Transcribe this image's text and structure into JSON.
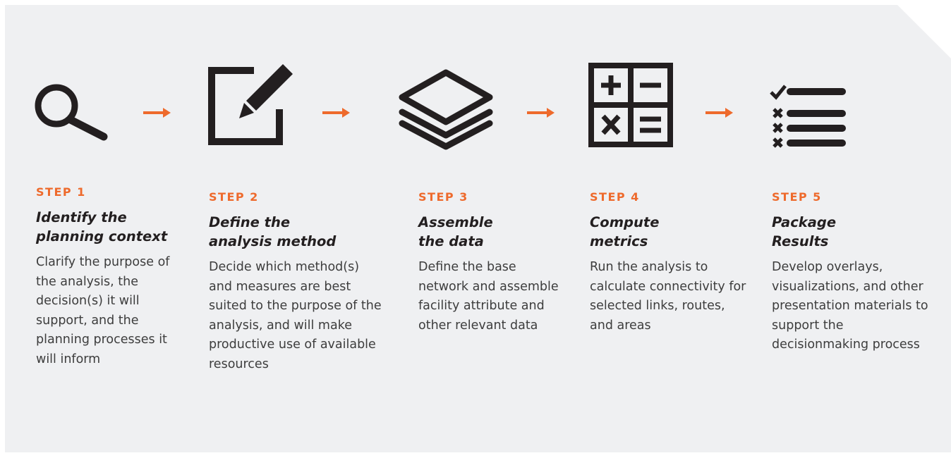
{
  "colors": {
    "accent": "#ee6a2c",
    "icon": "#231f20",
    "panel": "#eff0f2"
  },
  "steps": [
    {
      "icon": "magnifier-icon",
      "label": "STEP 1",
      "title_line1": "Identify the",
      "title_line2": "planning context",
      "description": "Clarify the purpose of the analysis, the decision(s) it will support, and the planning processes it will inform"
    },
    {
      "icon": "edit-pencil-icon",
      "label": "STEP 2",
      "title_line1": "Define the",
      "title_line2": "analysis method",
      "description": "Decide which method(s) and measures are best suited to the purpose of the analysis, and will make productive use of available resources"
    },
    {
      "icon": "layers-icon",
      "label": "STEP 3",
      "title_line1": "Assemble",
      "title_line2": "the data",
      "description": "Define the base network and assemble facility attribute and other relevant data"
    },
    {
      "icon": "calculator-icon",
      "label": "STEP 4",
      "title_line1": "Compute",
      "title_line2": "metrics",
      "description": "Run the analysis to calculate connectivity for selected links, routes, and areas"
    },
    {
      "icon": "checklist-icon",
      "label": "STEP 5",
      "title_line1": "Package",
      "title_line2": "Results",
      "description": "Develop overlays, visualizations, and other presentation materials to support the decisionmaking process"
    }
  ]
}
